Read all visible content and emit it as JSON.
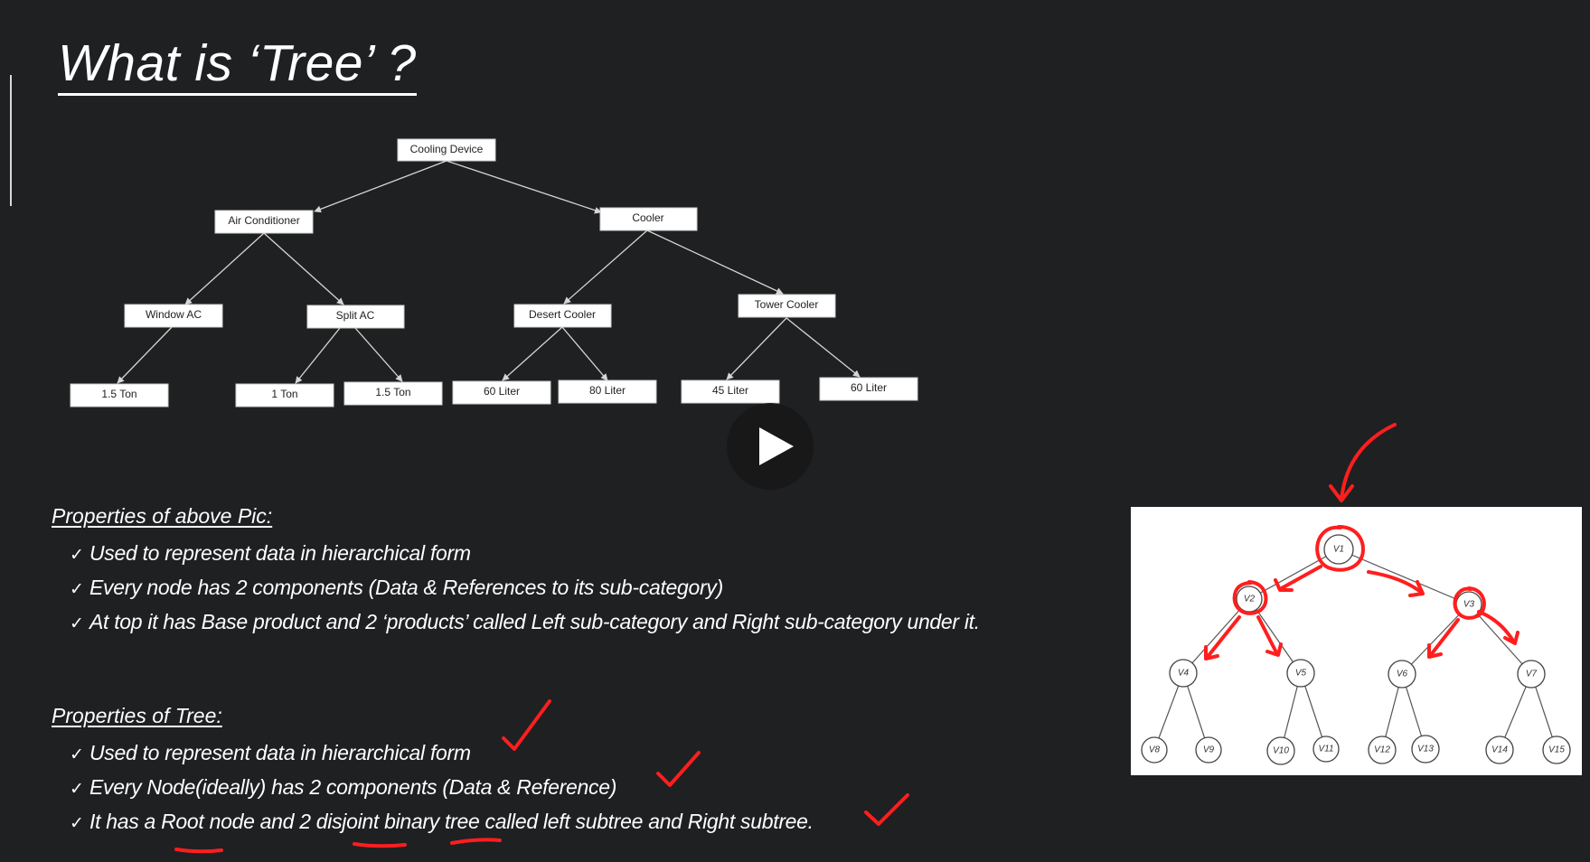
{
  "slide": {
    "title": "What is ‘Tree’ ?"
  },
  "category_tree": {
    "nodes": {
      "root": "Cooling Device",
      "ac": "Air Conditioner",
      "cooler": "Cooler",
      "window_ac": "Window AC",
      "split_ac": "Split AC",
      "desert_cooler": "Desert Cooler",
      "tower_cooler": "Tower Cooler",
      "win_15": "1.5 Ton",
      "split_1": "1 Ton",
      "split_15": "1.5 Ton",
      "desert_60": "60 Liter",
      "desert_80": "80 Liter",
      "tower_45": "45 Liter",
      "tower_60": "60 Liter"
    }
  },
  "pic_properties": {
    "heading": "Properties of above Pic:",
    "items": [
      "Used to represent data in hierarchical form",
      "Every node has 2 components (Data & References to its sub-category)",
      "At top it has Base product and 2 ‘products’ called Left sub-category and Right sub-category under it."
    ]
  },
  "tree_properties": {
    "heading": "Properties of Tree:",
    "items": [
      "Used to represent data in hierarchical form",
      "Every Node(ideally) has 2 components (Data & Reference)",
      "It has a Root node and 2 disjoint binary tree called left subtree and Right subtree."
    ]
  },
  "binary_tree": {
    "labels": {
      "v1": "V1",
      "v2": "V2",
      "v3": "V3",
      "v4": "V4",
      "v5": "V5",
      "v6": "V6",
      "v7": "V7",
      "v8": "V8",
      "v9": "V9",
      "v10": "V10",
      "v11": "V11",
      "v12": "V12",
      "v13": "V13",
      "v14": "V14",
      "v15": "V15"
    }
  },
  "colors": {
    "background": "#1e2022",
    "annotation": "#ff1e1e",
    "node_fill": "#ffffff"
  },
  "icons": {
    "play": "play-icon",
    "check": "checkmark-icon"
  }
}
